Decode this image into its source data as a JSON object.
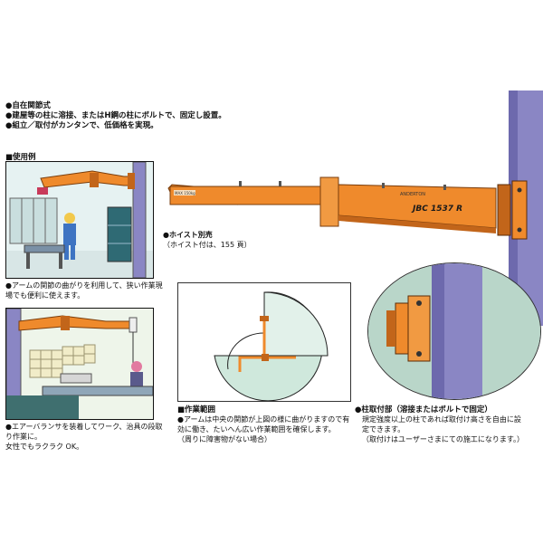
{
  "features": [
    "●自在関節式",
    "●建屋等の柱に溶接、またはH鋼の柱にボルトで、固定し設置。",
    "●組立／取付がカンタンで、低価格を実現。"
  ],
  "usage": {
    "heading": "■使用例",
    "example1": [
      "●アームの関節の曲がりを利用して、狭い作業現",
      "場でも便利に使えます。"
    ],
    "example2": [
      "●エアーバランサを装着してワーク、治具の段取",
      "り作業に。",
      "女性でもラクラク OK。"
    ]
  },
  "product": {
    "arm_label": "JBC 1537 R",
    "brand": "ANDERTON",
    "tag": "MAX 150kg"
  },
  "hoist": {
    "title": "●ホイスト別売",
    "note": "（ホイスト付は、155 頁）"
  },
  "work_range": {
    "heading": "■作業範囲",
    "desc": [
      "●アームは中央の関節が上図の様に曲がりますので有",
      "効に働き、たいへん広い作業範囲を確保します。",
      "（周りに障害物がない場合）"
    ]
  },
  "mounting": {
    "heading": "●柱取付部（溶接またはボルトで固定）",
    "desc": [
      "規定強度以上の柱であれば取付け高さを自由に設",
      "定できます。",
      "（取付けはユーザーさまにての施工になります。）"
    ]
  },
  "colors": {
    "arm_orange": "#ef8a2c",
    "arm_dark": "#c2651a",
    "column_purple": "#8a86c4",
    "column_dark": "#6d69ad",
    "range_green": "#cfe8dc"
  }
}
